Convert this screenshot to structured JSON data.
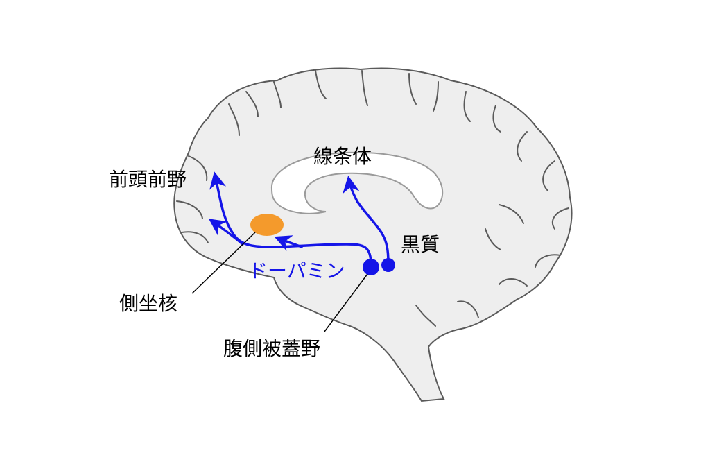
{
  "labels": {
    "prefrontal_cortex": "前頭前野",
    "striatum": "線条体",
    "substantia_nigra": "黒質",
    "nucleus_accumbens": "側坐核",
    "vta": "腹側被蓋野",
    "dopamine": "ドーパミン"
  },
  "colors": {
    "brain_fill": "#eeeeee",
    "brain_outline": "#5a5a5a",
    "ventricle_fill": "#ffffff",
    "ventricle_outline": "#9a9a9a",
    "pathway": "#1515e8",
    "nucleus_accumbens": "#f49a2c",
    "leader_line": "#000000",
    "text": "#000000"
  }
}
